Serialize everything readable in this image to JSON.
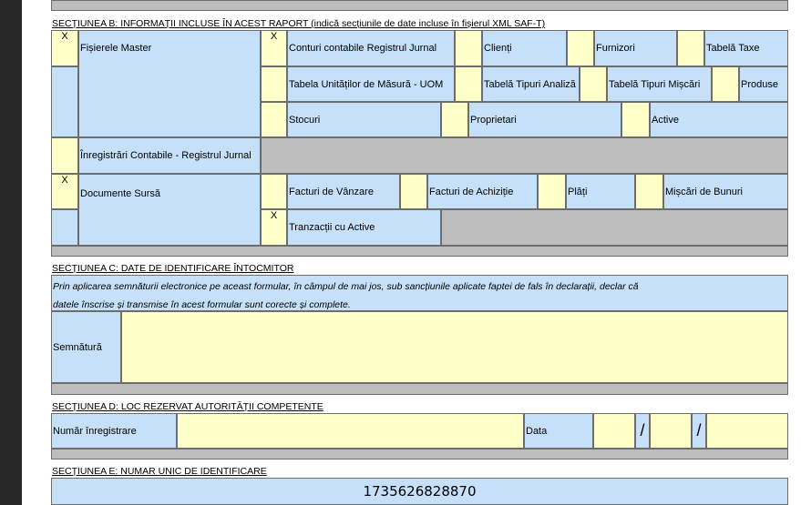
{
  "section_b": {
    "title": "SECȚIUNEA B: INFORMAȚII INCLUSE ÎN ACEST RAPORT (indică secțiunile de date incluse în fișierul XML SAF-T)",
    "fisiere_master": {
      "label": "Fișierele Master",
      "mark": "X"
    },
    "conturi": {
      "label": "Conturi contabile Registrul Jurnal",
      "mark": "X"
    },
    "clienti": {
      "label": "Clienți",
      "mark": ""
    },
    "furnizori": {
      "label": "Furnizori",
      "mark": ""
    },
    "tabela_taxe": {
      "label": "Tabelă Taxe",
      "mark": ""
    },
    "tabela_uom": {
      "label": "Tabela Unităților de Măsură - UOM",
      "mark": ""
    },
    "tabela_analiza": {
      "label": "Tabelă Tipuri Analiză",
      "mark": ""
    },
    "tabela_miscari": {
      "label": "Tabelă Tipuri Mișcări",
      "mark": ""
    },
    "produse": {
      "label": "Produse",
      "mark": ""
    },
    "stocuri": {
      "label": "Stocuri",
      "mark": ""
    },
    "proprietari": {
      "label": "Proprietari",
      "mark": ""
    },
    "active": {
      "label": "Active",
      "mark": ""
    },
    "inregistrari": {
      "label": "Înregistrări Contabile - Registrul Jurnal",
      "mark": ""
    },
    "documente_sursa": {
      "label": "Documente Sursă",
      "mark": "X"
    },
    "facturi_vanzare": {
      "label": "Facturi de Vânzare",
      "mark": ""
    },
    "facturi_achizitie": {
      "label": "Facturi de Achiziție",
      "mark": ""
    },
    "plati": {
      "label": "Plăți",
      "mark": ""
    },
    "miscari_bunuri": {
      "label": "Mișcări de Bunuri",
      "mark": ""
    },
    "tranzactii_active": {
      "label": "Tranzacții cu Active",
      "mark": "X"
    }
  },
  "section_c": {
    "title": "SECȚIUNEA C: DATE DE IDENTIFICARE ÎNTOCMITOR",
    "statement_line1": "Prin aplicarea semnăturii electronice pe aceast formular, în câmpul de mai jos, sub sancțiunile aplicate faptei de fals în declarații, declar că",
    "statement_line2": "datele înscrise și transmise în acest formular sunt corecte și complete.",
    "signature_label": "Semnătură"
  },
  "section_d": {
    "title": "SECȚIUNEA D: LOC REZERVAT AUTORITĂȚII COMPETENTE",
    "registration_label": "Număr înregistrare",
    "date_label": "Data",
    "separator": "/"
  },
  "section_e": {
    "title": "SECȚIUNEA E: NUMAR UNIC DE IDENTIFICARE",
    "number": "1735626828870"
  }
}
